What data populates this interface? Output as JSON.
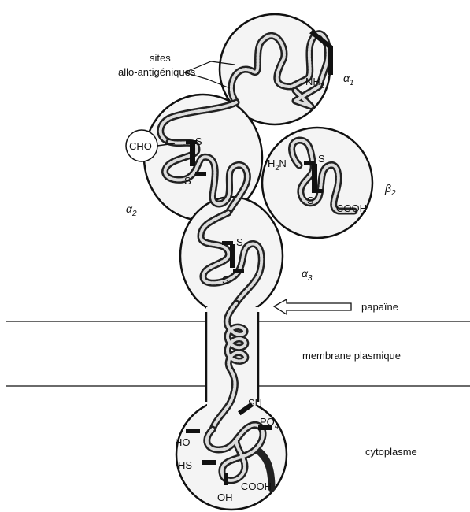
{
  "labels": {
    "sites": "sites",
    "allo": "allo-antigéniques",
    "alpha1": "α",
    "alpha1_sub": "1",
    "alpha2": "α",
    "alpha2_sub": "2",
    "alpha3": "α",
    "alpha3_sub": "3",
    "beta2": "β",
    "beta2_sub": "2",
    "nh2": "NH",
    "nh2_sub": "2",
    "h2n_h": "H",
    "h2n_sub": "2",
    "h2n_n": "N",
    "cho": "CHO",
    "s": "S",
    "cooh": "COOH",
    "papaine": "papaïne",
    "membrane": "membrane plasmique",
    "cytoplasme": "cytoplasme",
    "sh": "SH",
    "po4": "PO",
    "po4_sub": "4",
    "ho": "HO",
    "hs": "HS",
    "oh": "OH"
  }
}
